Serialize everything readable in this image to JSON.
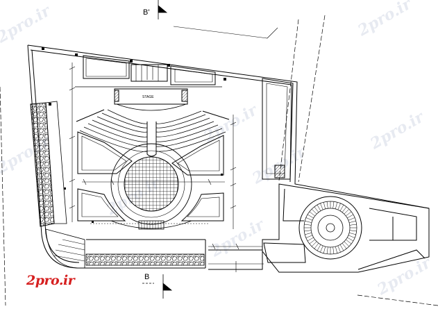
{
  "section_marks": {
    "top": "B'",
    "bottom": "B"
  },
  "stage_label": "STAGE",
  "watermark_text": "2pro.ir",
  "logo_text": "2pro.ir",
  "colors": {
    "line": "#000000",
    "logo": "#d62020",
    "watermark": "#b9c3d7"
  }
}
